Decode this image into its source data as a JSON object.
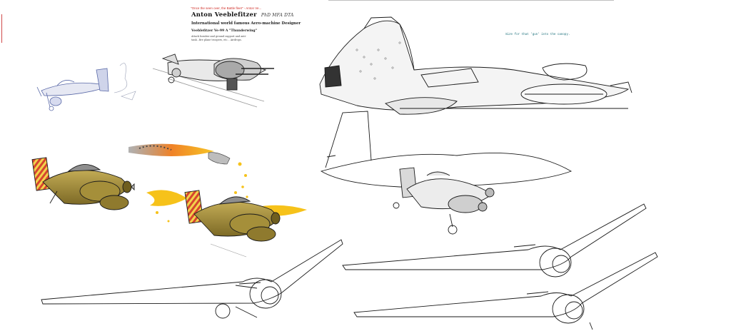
{
  "sheet": {
    "red_note": "\"Once the seen over, the Battle fleet\" - Anton Ve...",
    "title": "Anton Veeblefitzer",
    "title_suffix": "PhD MFA DTA",
    "subtitle": "International world famous Aero-machine Designer",
    "model_line": "Veeblefitzer Ve-99 A \"Thunderwing\"",
    "description": "Attack bomber and ground support and anti-tank...fire plane troopers, etc... Airdrops.",
    "teal_caption": "Size for that 'gun' into the canopy.",
    "colors": {
      "ink": "#1a1a1a",
      "khaki": "#a58f3a",
      "khaki_dark": "#6f5e1f",
      "stripe_red": "#d6452f",
      "flame_yellow": "#f6c21a",
      "flame_orange": "#ef7b1c",
      "smoke": "#8a8a8a",
      "pencil_blue": "#5b6aa8"
    }
  }
}
